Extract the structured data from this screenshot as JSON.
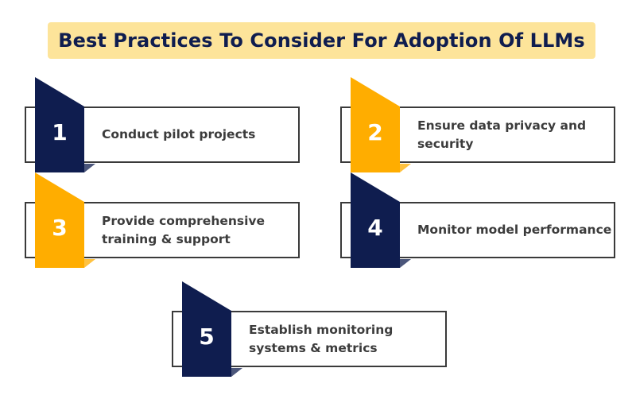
{
  "title": "Best Practices To Consider For Adoption Of LLMs",
  "colors": {
    "navy": "#0f1d4f",
    "amber": "#ffad00",
    "banner": "#fde49a"
  },
  "items": [
    {
      "number": "1",
      "text": "Conduct pilot projects",
      "color": "navy"
    },
    {
      "number": "2",
      "text": "Ensure data privacy and security",
      "color": "amber"
    },
    {
      "number": "3",
      "text": "Provide comprehensive training & support",
      "color": "amber"
    },
    {
      "number": "4",
      "text": "Monitor model performance",
      "color": "navy"
    },
    {
      "number": "5",
      "text": "Establish monitoring systems & metrics",
      "color": "navy"
    }
  ]
}
